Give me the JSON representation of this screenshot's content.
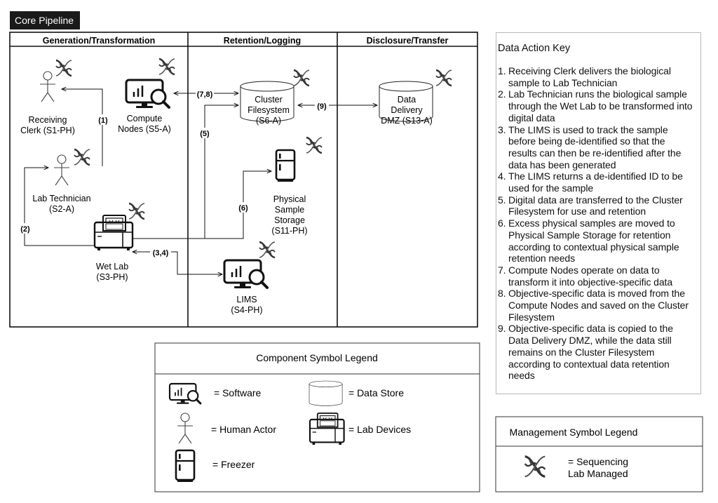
{
  "title_tab": "Core Pipeline",
  "columns": [
    "Generation/Transformation",
    "Retention/Logging",
    "Disclosure/Transfer"
  ],
  "nodes": {
    "receiving_clerk": [
      "Receiving",
      "Clerk (S1-PH)"
    ],
    "lab_technician": [
      "Lab Technician",
      "(S2-A)"
    ],
    "wet_lab": [
      "Wet Lab",
      "(S3-PH)"
    ],
    "compute_nodes": [
      "Compute",
      "Nodes (S5-A)"
    ],
    "cluster_fs": [
      "Cluster",
      "Filesystem",
      "(S6-A)"
    ],
    "physical_storage": [
      "Physical",
      "Sample",
      "Storage",
      "(S11-PH)"
    ],
    "lims": [
      "LIMS",
      "(S4-PH)"
    ],
    "dmz": [
      "Data",
      "Delivery",
      "DMZ (S13-A)"
    ]
  },
  "edge_labels": {
    "e1": "(1)",
    "e2": "(2)",
    "e34": "(3,4)",
    "e5": "(5)",
    "e6": "(6)",
    "e78": "(7,8)",
    "e9": "(9)"
  },
  "key": {
    "title": "Data Action Key",
    "items": [
      {
        "num": "1.",
        "text": "Receiving Clerk delivers the biological sample to Lab Technician"
      },
      {
        "num": "2.",
        "text": "Lab Technician runs the biological sample through the Wet Lab to be transformed into digital data"
      },
      {
        "num": "3.",
        "text": "The LIMS is used to track the sample before being de-identified so that the results can then be re-identified after the data has been generated"
      },
      {
        "num": "4.",
        "text": "The LIMS returns a de-identified ID to be used for the sample"
      },
      {
        "num": "5.",
        "text": "Digital data are transferred to the Cluster Filesystem for use and retention"
      },
      {
        "num": "6.",
        "text": "Excess physical samples are moved to Physical Sample Storage for retention according to contextual physical sample retention needs"
      },
      {
        "num": "7.",
        "text": "Compute Nodes operate on data to transform it into objective-specific data"
      },
      {
        "num": "8.",
        "text": "Objective-specific data is moved from the Compute Nodes and saved on the Cluster Filesystem"
      },
      {
        "num": "9.",
        "text": "Objective-specific data is copied to the Data Delivery DMZ, while the data still remains on the Cluster Filesystem according to contextual data retention needs"
      }
    ]
  },
  "component_legend": {
    "title": "Component Symbol Legend",
    "software": "= Software",
    "data_store": "= Data Store",
    "human_actor": "= Human Actor",
    "lab_devices": "= Lab Devices",
    "freezer": "= Freezer"
  },
  "management_legend": {
    "title": "Management Symbol Legend",
    "line1": "= Sequencing",
    "line2": "Lab Managed"
  }
}
